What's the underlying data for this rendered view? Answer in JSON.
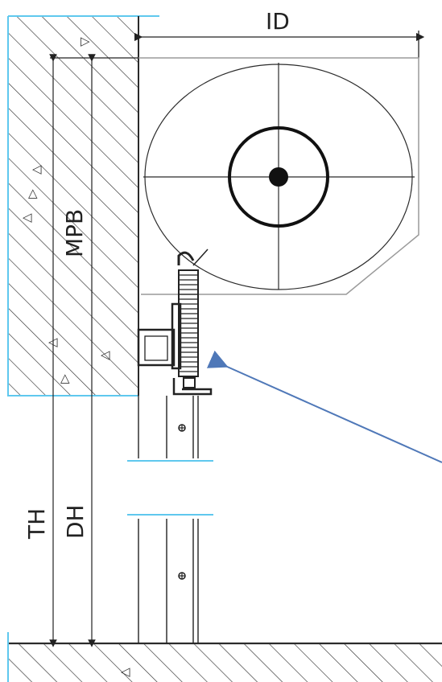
{
  "labels": {
    "id": "ID",
    "mpb": "MPB",
    "th": "TH",
    "dh": "DH"
  },
  "colors": {
    "line": "#2b2b2b",
    "hatch": "#333333",
    "boundary": "#5fc8ee",
    "arrow": "#4f78b8",
    "guide": "#9a9a9a"
  }
}
